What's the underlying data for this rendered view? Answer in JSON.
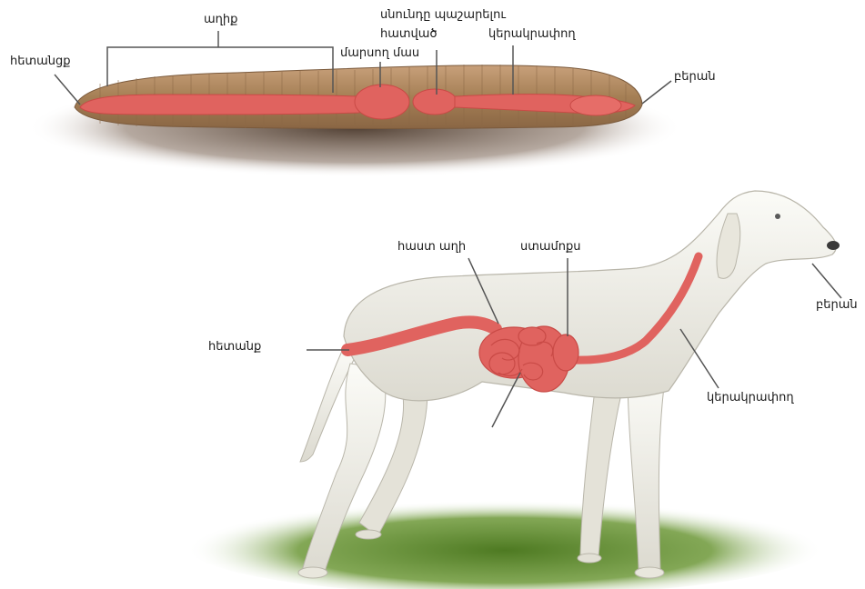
{
  "worm": {
    "labels": {
      "intestine": "աղիք",
      "crop_line1": "սնունդը պաշարելու",
      "crop_line2": "հատված",
      "esophagus": "կերակրափող",
      "anus": "հետանցք",
      "gizzard": "մարսող մաս",
      "mouth": "բերան"
    }
  },
  "dog": {
    "labels": {
      "large_intestine": "հաստ աղի",
      "stomach": "ստամոքս",
      "mouth": "բերան",
      "anus": "հետանք",
      "esophagus": "կերակրափող"
    }
  },
  "colors": {
    "tract": "#e0635f",
    "tract_dark": "#c94a46",
    "worm_body": "#a57f55",
    "dog_body": "#f1f0ea",
    "grass": "#5f8a2c",
    "soil": "#3d2a1c",
    "leader": "#555555"
  }
}
